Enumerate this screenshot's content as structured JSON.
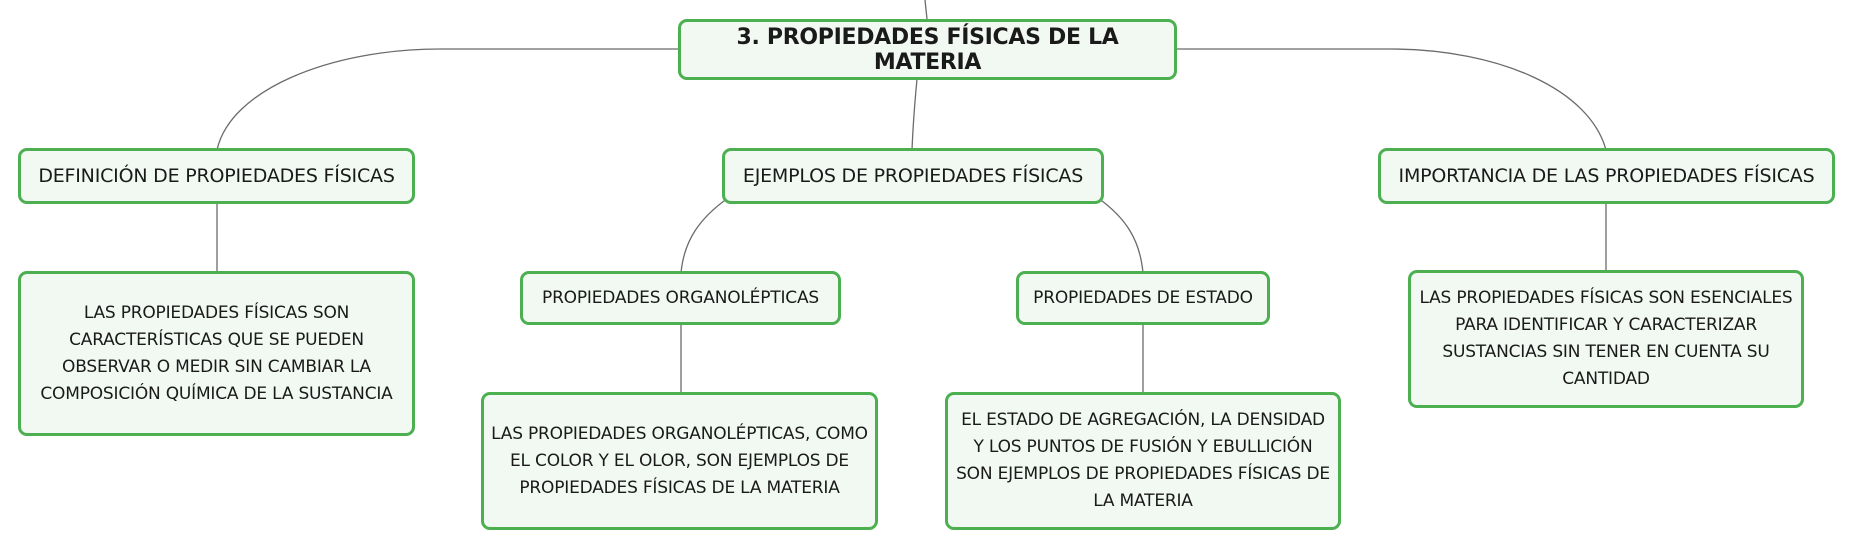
{
  "map": {
    "root": {
      "label": "3. PROPIEDADES FÍSICAS DE LA MATERIA"
    },
    "branches": [
      {
        "label": "DEFINICIÓN DE PROPIEDADES FÍSICAS",
        "note": "LAS PROPIEDADES FÍSICAS SON CARACTERÍSTICAS QUE SE PUEDEN OBSERVAR O MEDIR SIN CAMBIAR LA COMPOSICIÓN QUÍMICA DE LA SUSTANCIA"
      },
      {
        "label": "EJEMPLOS DE PROPIEDADES FÍSICAS",
        "children": [
          {
            "label": "PROPIEDADES ORGANOLÉPTICAS",
            "note": "LAS PROPIEDADES ORGANOLÉPTICAS, COMO EL COLOR Y EL OLOR, SON EJEMPLOS DE PROPIEDADES FÍSICAS DE LA MATERIA"
          },
          {
            "label": "PROPIEDADES DE ESTADO",
            "note": "EL ESTADO DE AGREGACIÓN, LA DENSIDAD Y LOS PUNTOS DE FUSIÓN Y EBULLICIÓN SON EJEMPLOS DE PROPIEDADES FÍSICAS DE LA MATERIA"
          }
        ]
      },
      {
        "label": "IMPORTANCIA DE LAS PROPIEDADES FÍSICAS",
        "note": "LAS PROPIEDADES FÍSICAS SON ESENCIALES PARA IDENTIFICAR Y CARACTERIZAR SUSTANCIAS SIN TENER EN CUENTA SU CANTIDAD"
      }
    ]
  },
  "colors": {
    "node_border": "#4caf50",
    "node_fill": "#f2f9f3",
    "connector": "#6b6b6b"
  }
}
